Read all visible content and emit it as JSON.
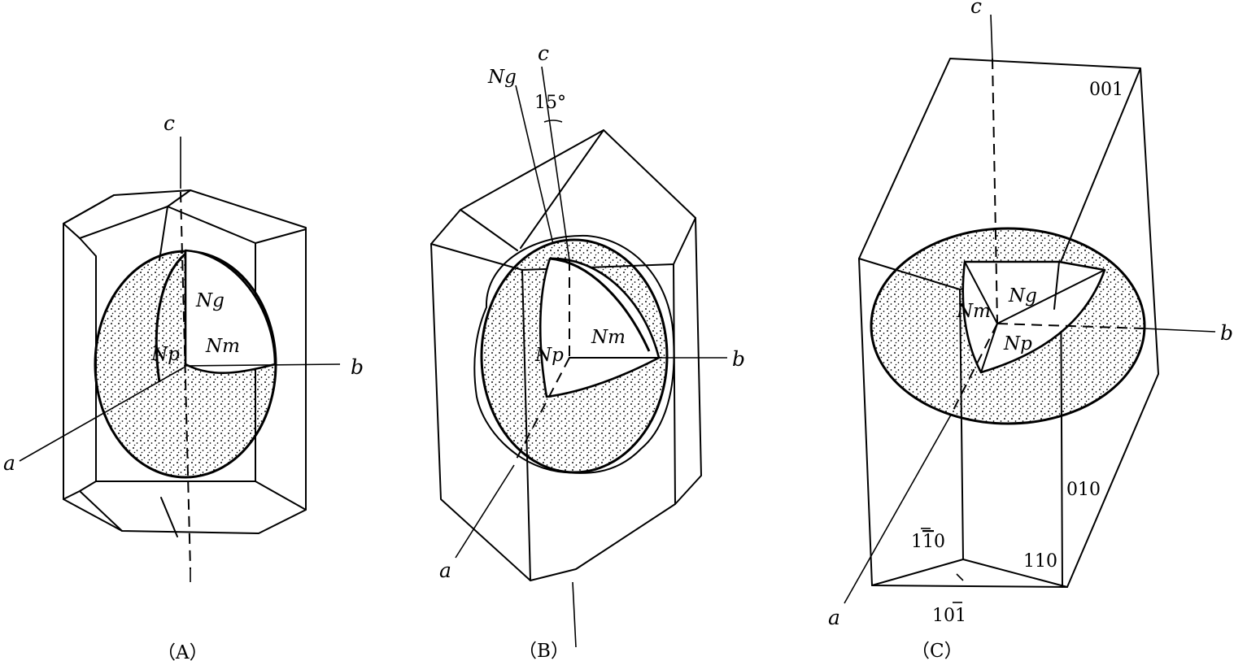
{
  "figures": [
    {
      "caption": "（A）",
      "labels": {
        "c": "c",
        "b": "b",
        "a": "a",
        "ng": "Ng",
        "nm": "Nm",
        "np": "Np"
      }
    },
    {
      "caption": "（B）",
      "labels": {
        "c": "c",
        "b": "b",
        "a": "a",
        "ng_axis": "Ng",
        "angle": "15°",
        "nm": "Nm",
        "np": "Np"
      }
    },
    {
      "caption": "（C）",
      "labels": {
        "c": "c",
        "b": "b",
        "a": "a",
        "ng": "Ng",
        "nm": "Nm",
        "np": "Np"
      },
      "faces": {
        "f001": "001",
        "f010": "010",
        "f1_10": {
          "lead": "1",
          "bar": "1",
          "tail": "0"
        },
        "f110": "110",
        "f10_1": {
          "lead": "10",
          "bar": "1"
        }
      }
    }
  ]
}
